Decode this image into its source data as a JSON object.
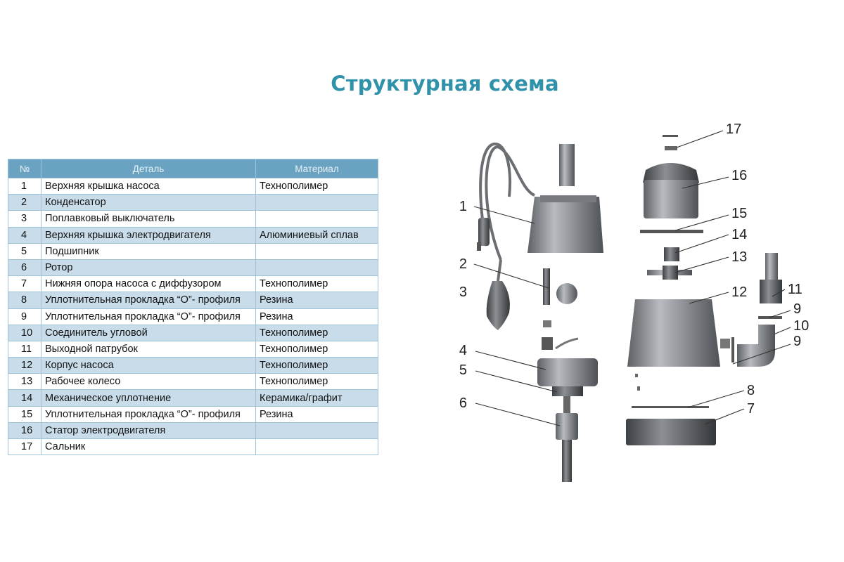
{
  "title": "Структурная схема",
  "table": {
    "headers": [
      "№",
      "Деталь",
      "Материал"
    ],
    "rows": [
      {
        "num": "1",
        "part": "Верхняя крышка насоса",
        "material": "Технополимер"
      },
      {
        "num": "2",
        "part": "Конденсатор",
        "material": ""
      },
      {
        "num": "3",
        "part": "Поплавковый выключатель",
        "material": ""
      },
      {
        "num": "4",
        "part": "Верхняя крышка электродвигателя",
        "material": "Алюминиевый сплав"
      },
      {
        "num": "5",
        "part": "Подшипник",
        "material": ""
      },
      {
        "num": "6",
        "part": "Ротор",
        "material": ""
      },
      {
        "num": "7",
        "part": "Нижняя опора насоса с диффузором",
        "material": "Технополимер"
      },
      {
        "num": "8",
        "part": "Уплотнительная прокладка “О”- профиля",
        "material": "Резина"
      },
      {
        "num": "9",
        "part": "Уплотнительная прокладка “О”- профиля",
        "material": "Резина"
      },
      {
        "num": "10",
        "part": "Соединитель угловой",
        "material": "Технополимер"
      },
      {
        "num": "11",
        "part": "Выходной патрубок",
        "material": "Технополимер"
      },
      {
        "num": "12",
        "part": "Корпус насоса",
        "material": "Технополимер"
      },
      {
        "num": "13",
        "part": "Рабочее колесо",
        "material": "Технополимер"
      },
      {
        "num": "14",
        "part": "Механическое уплотнение",
        "material": "Керамика/графит"
      },
      {
        "num": "15",
        "part": "Уплотнительная прокладка “О”- профиля",
        "material": "Резина"
      },
      {
        "num": "16",
        "part": "Статор электродвигателя",
        "material": ""
      },
      {
        "num": "17",
        "part": "Сальник",
        "material": ""
      }
    ]
  },
  "callouts": [
    "1",
    "2",
    "3",
    "4",
    "5",
    "6",
    "7",
    "8",
    "9",
    "10",
    "9",
    "11",
    "12",
    "13",
    "14",
    "15",
    "16",
    "17"
  ],
  "colors": {
    "title": "#2f91aa",
    "header": "#6aa3c1",
    "stripe": "#c9dcea",
    "parts": "#8a8d91"
  }
}
